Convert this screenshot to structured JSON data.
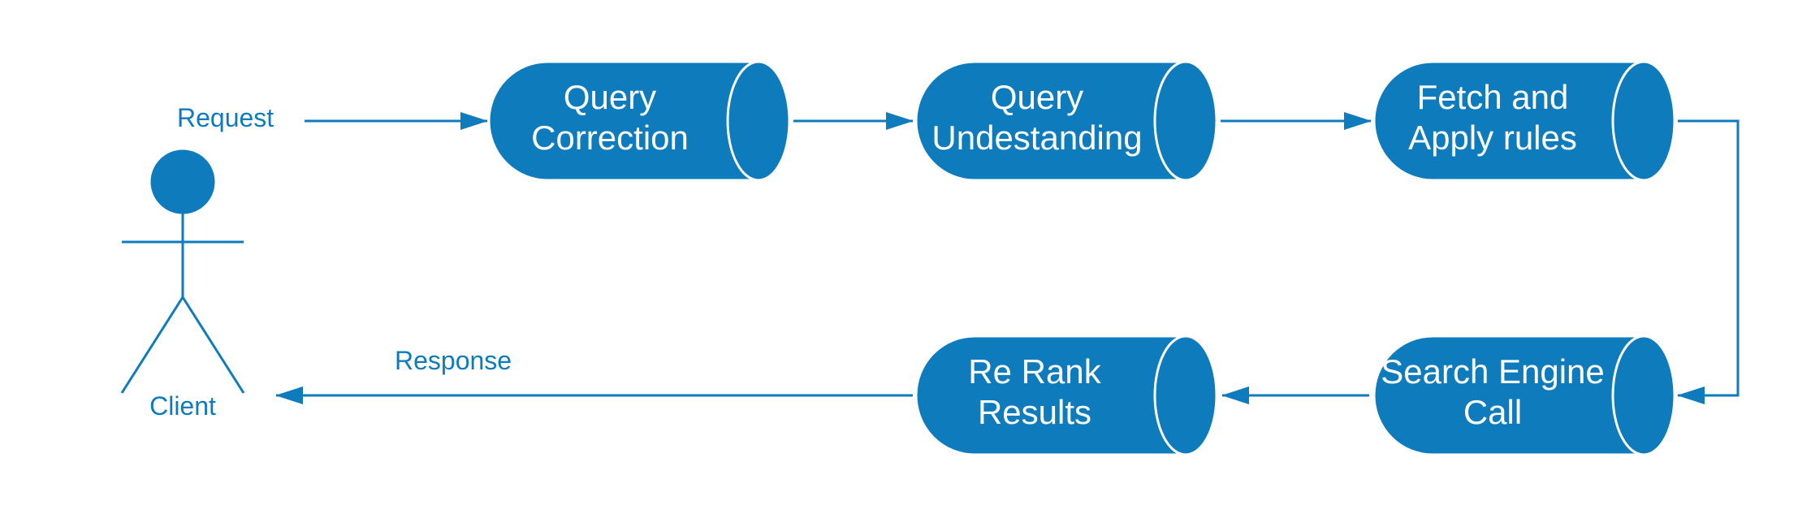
{
  "colors": {
    "primary": "#0e7bbd",
    "outline": "#ffffff",
    "background": "#ffffff"
  },
  "actor": {
    "label": "Client"
  },
  "labels": {
    "request": "Request",
    "response": "Response"
  },
  "nodes": [
    {
      "id": "query-correction",
      "line1": "Query",
      "line2": "Correction"
    },
    {
      "id": "query-understanding",
      "line1": "Query",
      "line2": "Undestanding"
    },
    {
      "id": "fetch-apply-rules",
      "line1": "Fetch and",
      "line2": "Apply rules"
    },
    {
      "id": "search-engine-call",
      "line1": "Search Engine",
      "line2": "Call"
    },
    {
      "id": "re-rank-results",
      "line1": "Re Rank",
      "line2": "Results"
    }
  ]
}
